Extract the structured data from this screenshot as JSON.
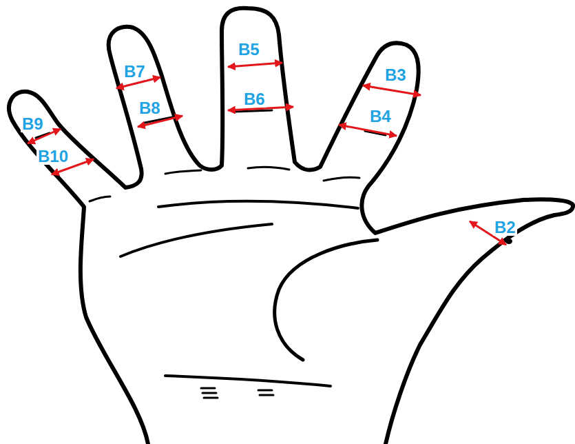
{
  "diagram": {
    "labels": [
      "B5",
      "B7",
      "B3",
      "B6",
      "B8",
      "B4",
      "B9",
      "B10",
      "B2"
    ]
  }
}
